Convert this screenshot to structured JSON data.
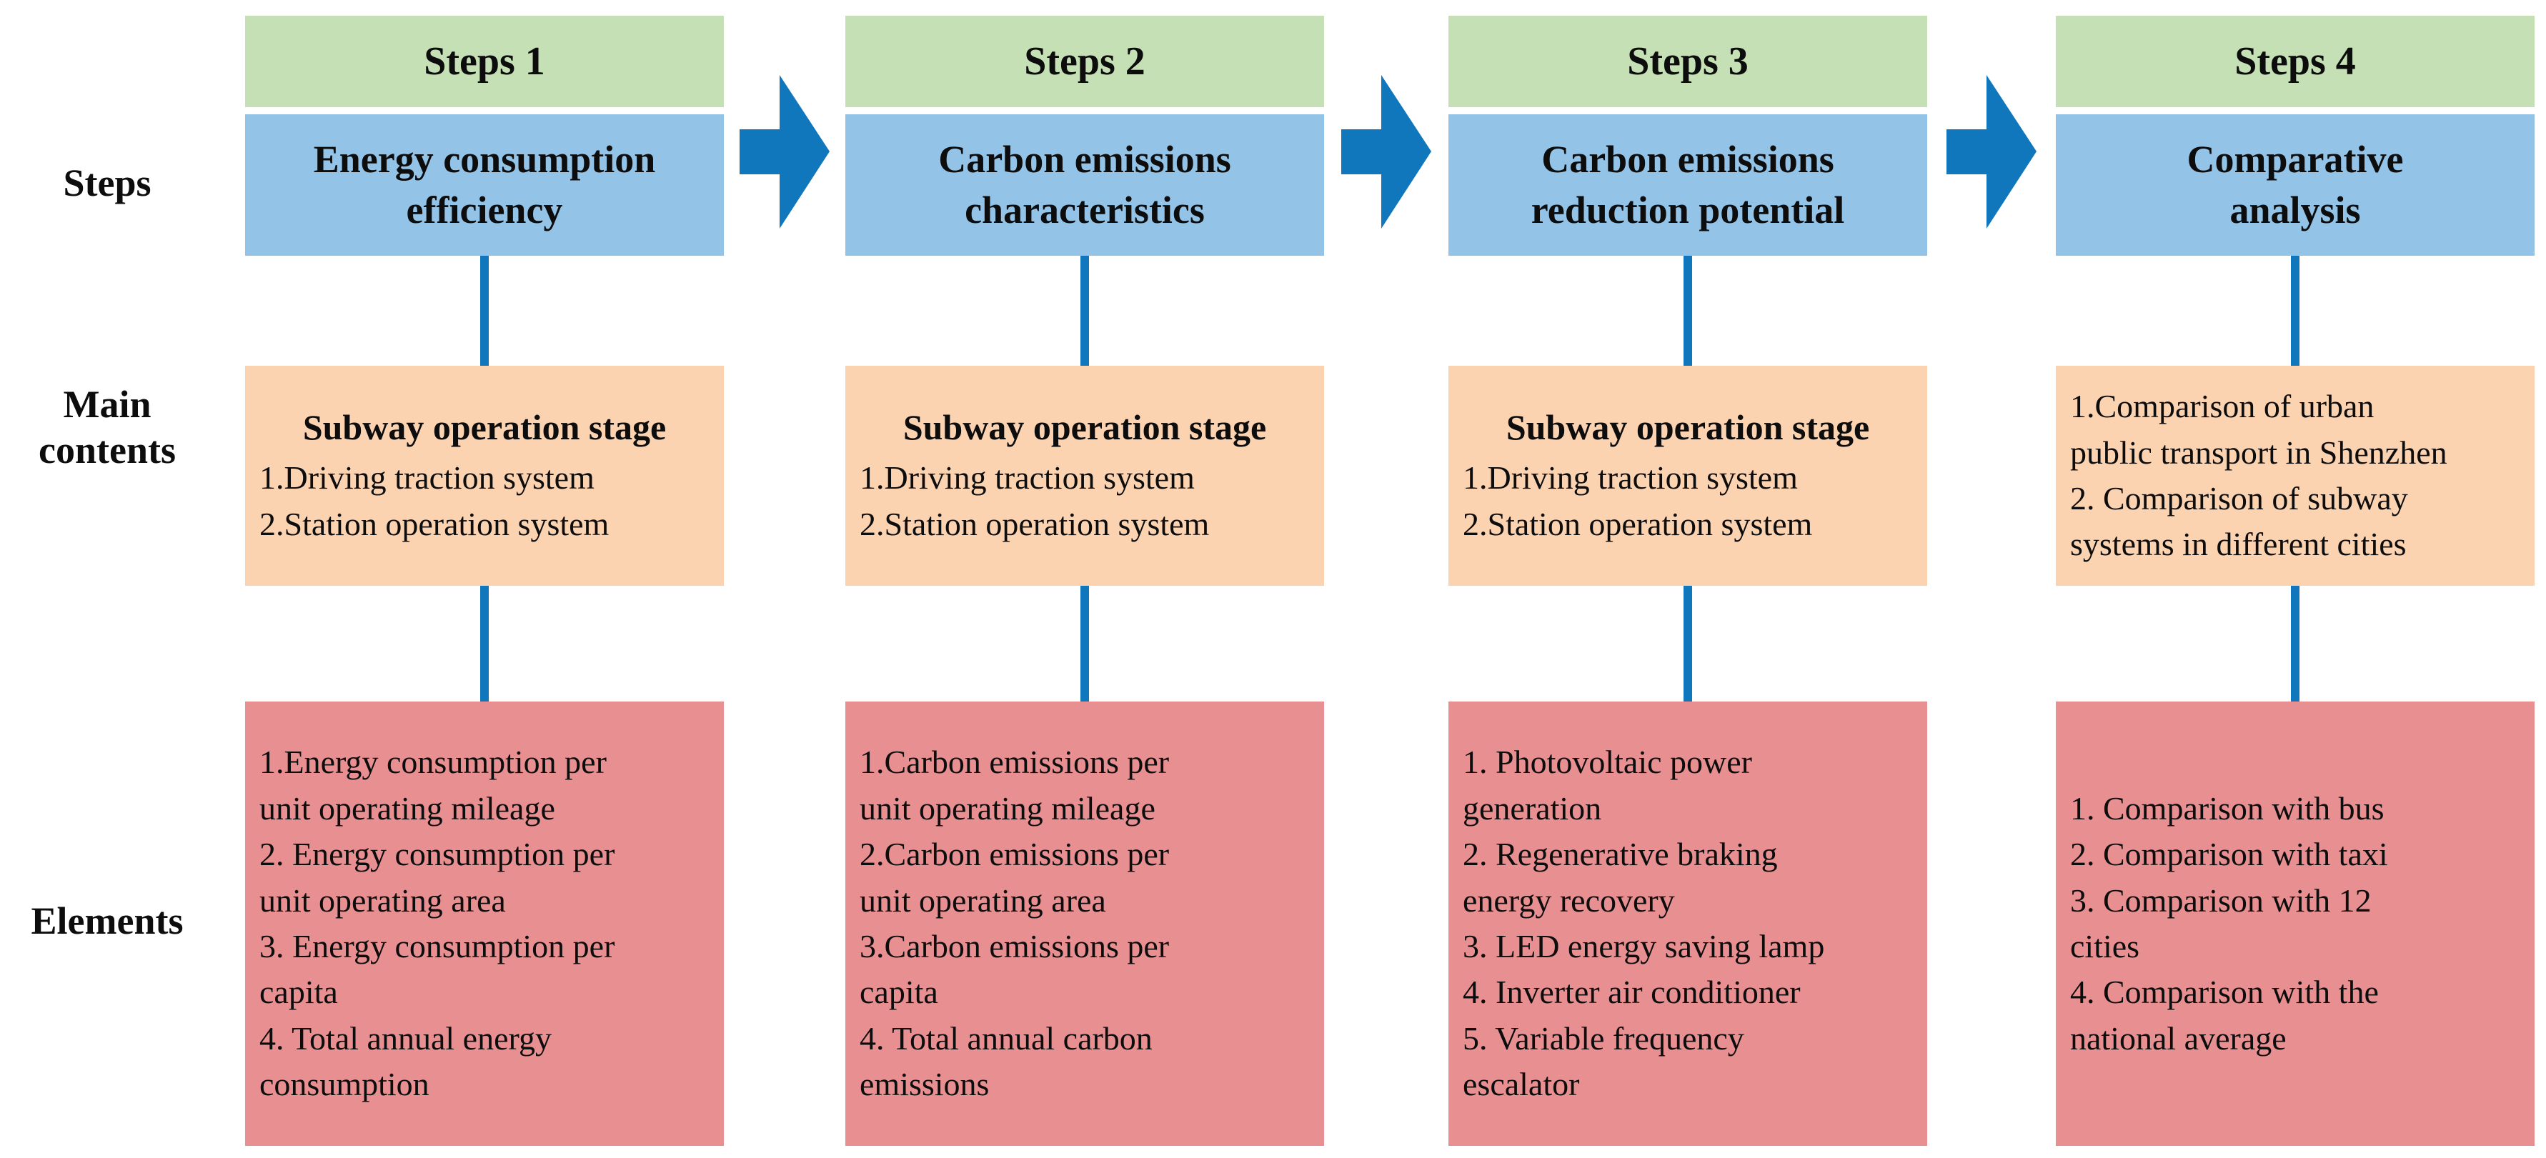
{
  "palette": {
    "step_header_green": "#c5e0b4",
    "title_blue": "#93c4e8",
    "main_contents_orange": "#fcd3b1",
    "elements_red": "#e89091",
    "arrow_connector_blue": "#1077bd",
    "text": "#0d0d0d",
    "background": "#ffffff"
  },
  "row_labels": [
    {
      "id": "steps",
      "label": "Steps"
    },
    {
      "id": "main_contents",
      "label": "Main\ncontents"
    },
    {
      "id": "elements",
      "label": "Elements"
    }
  ],
  "columns": [
    {
      "step": "Steps 1",
      "title": "Energy consumption\nefficiency",
      "main": {
        "heading": "Subway operation stage",
        "items": [
          "1.Driving traction system",
          "2.Station operation system"
        ]
      },
      "elements": [
        "1.Energy consumption per\nunit operating mileage",
        "2. Energy consumption per\nunit operating area",
        "3. Energy consumption per\ncapita",
        "4. Total annual energy\nconsumption"
      ]
    },
    {
      "step": "Steps 2",
      "title": "Carbon emissions\ncharacteristics",
      "main": {
        "heading": "Subway operation stage",
        "items": [
          "1.Driving traction system",
          "2.Station operation system"
        ]
      },
      "elements": [
        "1.Carbon emissions per\nunit operating mileage",
        "2.Carbon emissions per\nunit operating area",
        "3.Carbon emissions per\ncapita",
        "4. Total annual carbon\nemissions"
      ]
    },
    {
      "step": "Steps 3",
      "title": "Carbon emissions\nreduction potential",
      "main": {
        "heading": "Subway operation stage",
        "items": [
          "1.Driving traction system",
          "2.Station operation system"
        ]
      },
      "elements": [
        "1. Photovoltaic power\ngeneration",
        "2. Regenerative braking\nenergy recovery",
        "3. LED energy saving lamp",
        "4. Inverter air conditioner",
        "5. Variable frequency\nescalator"
      ]
    },
    {
      "step": "Steps 4",
      "title": "Comparative\nanalysis",
      "main": {
        "heading": null,
        "items": [
          "1.Comparison of urban\npublic transport in Shenzhen",
          "2. Comparison of subway\nsystems in different cities"
        ]
      },
      "elements": [
        "1. Comparison with bus",
        "2. Comparison with taxi",
        "3. Comparison with 12\ncities",
        "4. Comparison with the\nnational average"
      ]
    }
  ]
}
